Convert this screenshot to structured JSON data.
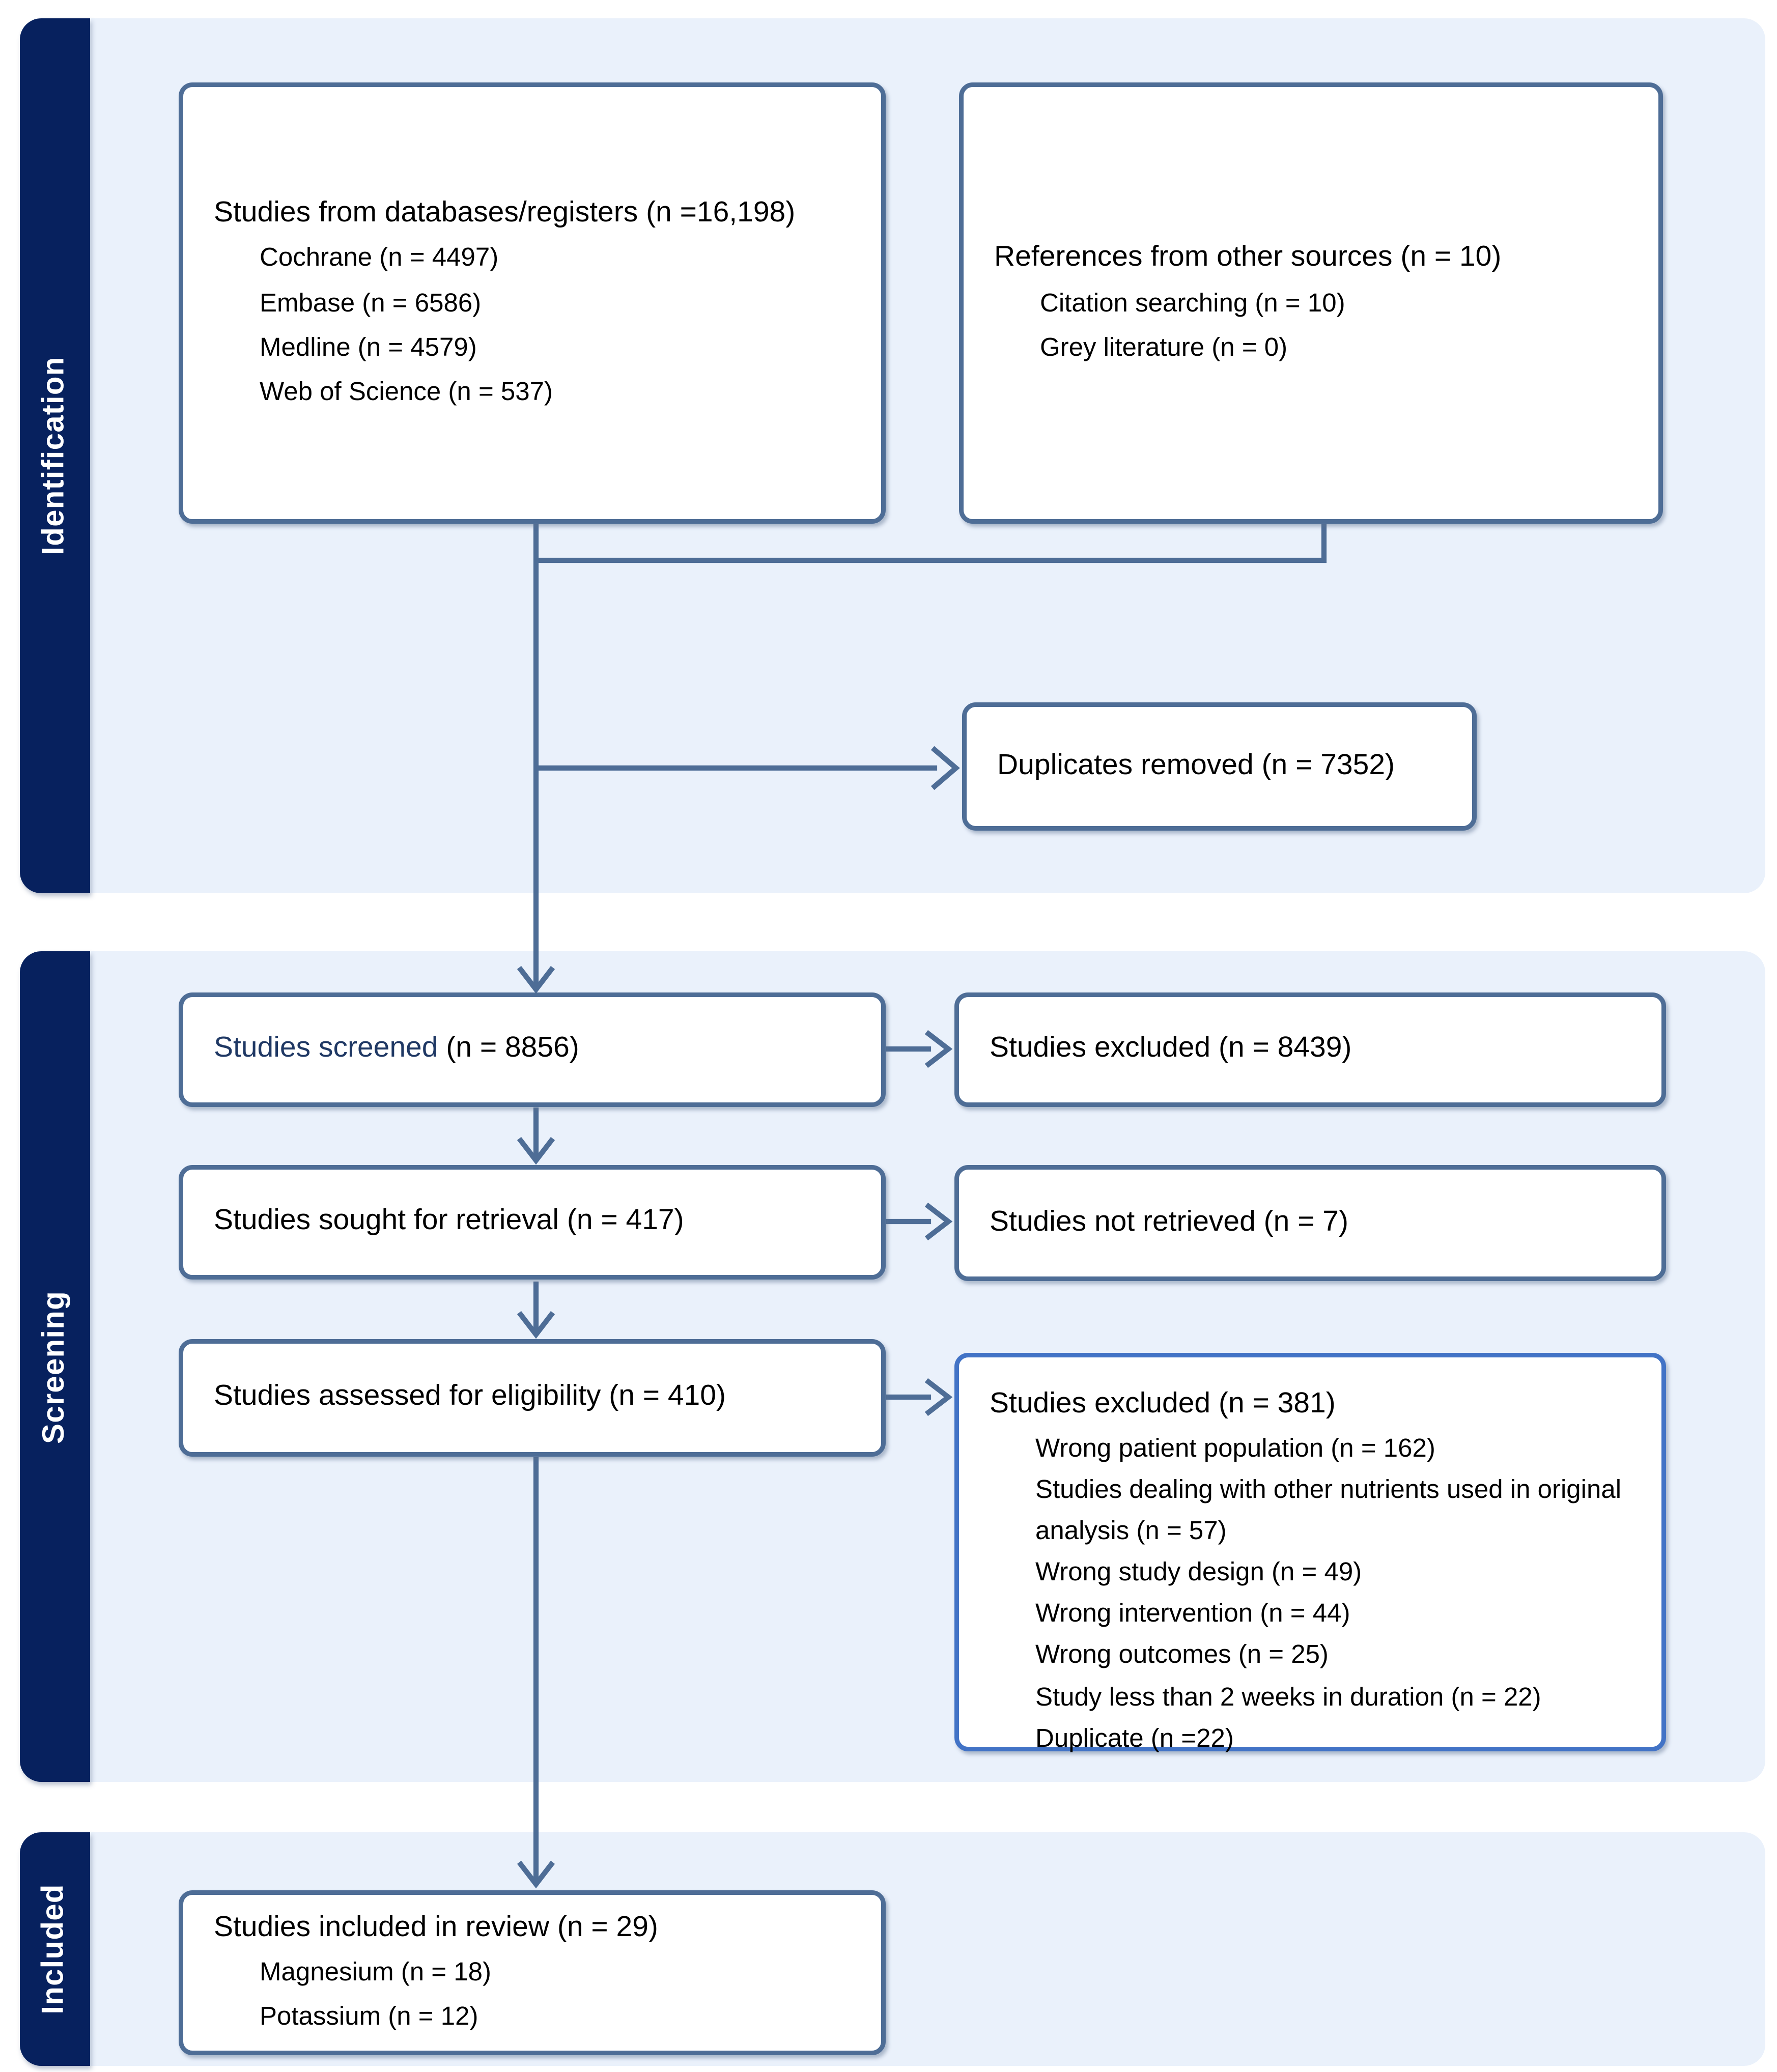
{
  "colors": {
    "sidebar_navy": "#07215e",
    "panel_blue": "#eaf1fb",
    "box_border_slate": "#4e6d96",
    "eligibility_box_border_blue": "#4273c6",
    "screened_highlight_navy": "#1f3864",
    "text_black": "#000000"
  },
  "sidebar": {
    "identification": "Identification",
    "screening": "Screening",
    "included": "Included"
  },
  "flow": {
    "databases": {
      "title": "Studies from databases/registers (n =16,198)",
      "items": [
        "Cochrane (n = 4497)",
        "Embase (n = 6586)",
        "Medline (n = 4579)",
        "Web of Science (n = 537)"
      ]
    },
    "other_sources": {
      "title": "References from other sources (n = 10)",
      "items": [
        "Citation searching (n = 10)",
        "Grey literature (n = 0)"
      ]
    },
    "duplicates": {
      "title": "Duplicates removed (n = 7352)"
    },
    "screened": {
      "title_highlight": "Studies screened",
      "title_rest": " (n = 8856)"
    },
    "excluded_screening": {
      "title": "Studies excluded (n = 8439)"
    },
    "sought": {
      "title": "Studies sought for retrieval (n = 417)"
    },
    "not_retrieved": {
      "title": "Studies not retrieved (n = 7)"
    },
    "assessed": {
      "title": "Studies assessed for eligibility (n = 410)"
    },
    "excluded_eligibility": {
      "title": "Studies excluded (n = 381)",
      "items": [
        "Wrong patient population (n = 162)",
        "Studies dealing with other nutrients used in original analysis (n = 57)",
        "Wrong study design (n = 49)",
        "Wrong intervention (n = 44)",
        "Wrong outcomes (n = 25)",
        "Study less than 2 weeks in duration (n = 22)",
        "Duplicate (n =22)"
      ]
    },
    "included": {
      "title": "Studies included in review (n = 29)",
      "items": [
        "Magnesium (n = 18)",
        "Potassium (n = 12)"
      ]
    }
  }
}
